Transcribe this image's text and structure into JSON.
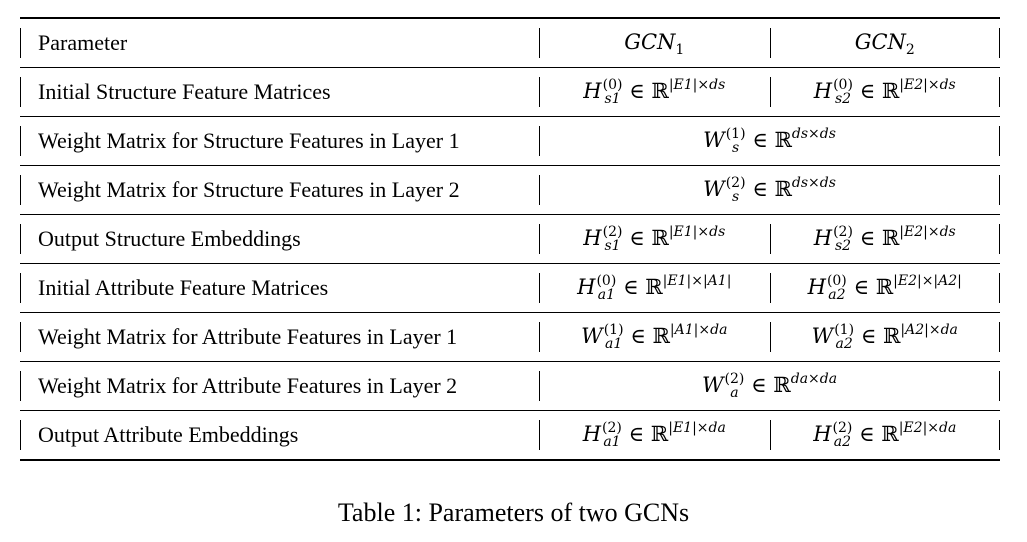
{
  "table": {
    "header": {
      "parameter": "Parameter",
      "gcn1": {
        "name": "GCN",
        "sub": "1"
      },
      "gcn2": {
        "name": "GCN",
        "sub": "2"
      }
    },
    "rows": [
      {
        "param": "Initial Structure Feature Matrices",
        "c1": {
          "base": "H",
          "sup": "(0)",
          "sub": "s1",
          "dom": "ℝ",
          "exp": "|E1|×ds"
        },
        "c2": {
          "base": "H",
          "sup": "(0)",
          "sub": "s2",
          "dom": "ℝ",
          "exp": "|E2|×ds"
        }
      },
      {
        "param": "Weight Matrix for Structure Features in Layer 1",
        "span": {
          "base": "W",
          "sup": "(1)",
          "sub": "s",
          "dom": "ℝ",
          "exp": "ds×ds"
        }
      },
      {
        "param": "Weight Matrix for Structure Features in Layer 2",
        "span": {
          "base": "W",
          "sup": "(2)",
          "sub": "s",
          "dom": "ℝ",
          "exp": "ds×ds"
        }
      },
      {
        "param": "Output Structure Embeddings",
        "c1": {
          "base": "H",
          "sup": "(2)",
          "sub": "s1",
          "dom": "ℝ",
          "exp": "|E1|×ds"
        },
        "c2": {
          "base": "H",
          "sup": "(2)",
          "sub": "s2",
          "dom": "ℝ",
          "exp": "|E2|×ds"
        }
      },
      {
        "param": "Initial Attribute Feature Matrices",
        "c1": {
          "base": "H",
          "sup": "(0)",
          "sub": "a1",
          "dom": "ℝ",
          "exp": "|E1|×|A1|"
        },
        "c2": {
          "base": "H",
          "sup": "(0)",
          "sub": "a2",
          "dom": "ℝ",
          "exp": "|E2|×|A2|"
        }
      },
      {
        "param": "Weight Matrix for Attribute Features in Layer 1",
        "c1": {
          "base": "W",
          "sup": "(1)",
          "sub": "a1",
          "dom": "ℝ",
          "exp": "|A1|×da"
        },
        "c2": {
          "base": "W",
          "sup": "(1)",
          "sub": "a2",
          "dom": "ℝ",
          "exp": "|A2|×da"
        }
      },
      {
        "param": "Weight Matrix for Attribute Features in Layer 2",
        "span": {
          "base": "W",
          "sup": "(2)",
          "sub": "a",
          "dom": "ℝ",
          "exp": "da×da"
        }
      },
      {
        "param": "Output Attribute Embeddings",
        "c1": {
          "base": "H",
          "sup": "(2)",
          "sub": "a1",
          "dom": "ℝ",
          "exp": "|E1|×da"
        },
        "c2": {
          "base": "H",
          "sup": "(2)",
          "sub": "a2",
          "dom": "ℝ",
          "exp": "|E2|×da"
        }
      }
    ]
  },
  "caption": "Table 1: Parameters of two GCNs",
  "symbols": {
    "element_of": "∈"
  }
}
